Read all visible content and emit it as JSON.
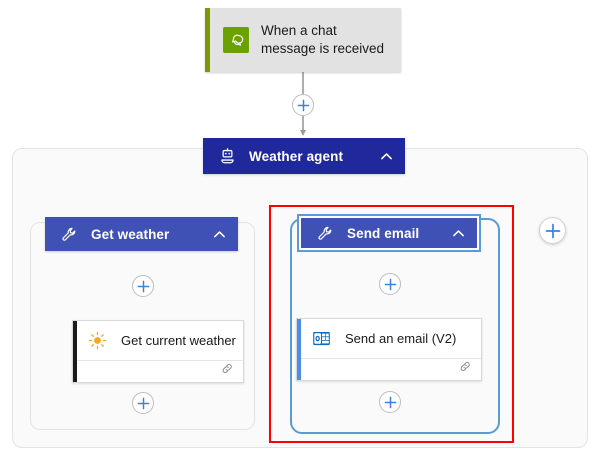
{
  "flow": {
    "trigger": {
      "label": "When a chat message is received",
      "icon": "teams-chat-icon",
      "accent_color": "#7a9a01",
      "icon_bg": "#6ba100",
      "card_bg": "#e2e2e2"
    },
    "agent": {
      "label": "Weather agent",
      "icon": "robot-agent-icon",
      "color": "#1f299c",
      "chevron": "chevron-up-icon",
      "expanded": true
    },
    "tools": [
      {
        "label": "Get weather",
        "icon": "wrench-icon",
        "color": "#3f51b5",
        "chevron": "chevron-up-icon",
        "selected": false,
        "action": {
          "label": "Get current weather",
          "icon": "sun-icon",
          "accent_color": "#1b1b1b",
          "footer_icon": "link-icon"
        }
      },
      {
        "label": "Send email",
        "icon": "wrench-icon",
        "color": "#3f51b5",
        "chevron": "chevron-up-icon",
        "selected": true,
        "selection_color": "#5b9bd5",
        "action": {
          "label": "Send an email (V2)",
          "icon": "outlook-icon",
          "accent_color": "#4a90e2",
          "footer_icon": "link-icon"
        }
      }
    ],
    "add_buttons": {
      "label": "+",
      "icon": "plus-icon",
      "color": "#3b82dd"
    },
    "annotation": {
      "shape": "rectangle",
      "color": "#ff0000",
      "target": "Send email"
    }
  }
}
